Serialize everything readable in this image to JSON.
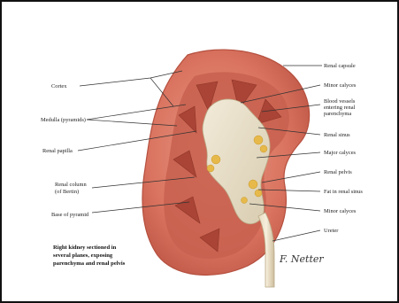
{
  "figure": {
    "left_labels": {
      "cortex": "Cortex",
      "medulla": "Medulla (pyramids)",
      "papilla": "Renal papilla",
      "column_line1": "Renal column",
      "column_line2": "(of Bertin)",
      "base": "Base of pyramid"
    },
    "right_labels": {
      "capsule": "Renal capsule",
      "minor_calyces_top": "Minor calyces",
      "vessels_line1": "Blood vessels",
      "vessels_line2": "entering renal",
      "vessels_line3": "parenchyma",
      "sinus": "Renal sinus",
      "major_calyces": "Major calyces",
      "pelvis": "Renal pelvis",
      "fat": "Fat in renal sinus",
      "minor_calyces_bottom": "Minor calyces",
      "ureter": "Ureter"
    },
    "caption": {
      "line1": "Right kidney sectioned in",
      "line2": "several planes, exposing",
      "line3": "parenchyma and renal pelvis"
    },
    "signature": "F. Netter"
  }
}
